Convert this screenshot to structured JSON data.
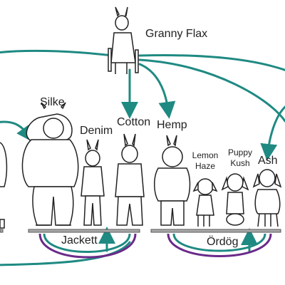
{
  "colors": {
    "tree_line": "#1f8a82",
    "couple_line": "#6a2a8a",
    "figure_line": "#222222"
  },
  "people": {
    "granny_flax": "Granny Flax",
    "silke": "Silke",
    "denim": "Denim",
    "cotton": "Cotton",
    "hemp": "Hemp",
    "lemon_haze": [
      "Lemon",
      "Haze"
    ],
    "puppy_kush": [
      "Puppy",
      "Kush"
    ],
    "ash": "Ash",
    "jackett": "Jackett",
    "ordog": "Ördög"
  }
}
